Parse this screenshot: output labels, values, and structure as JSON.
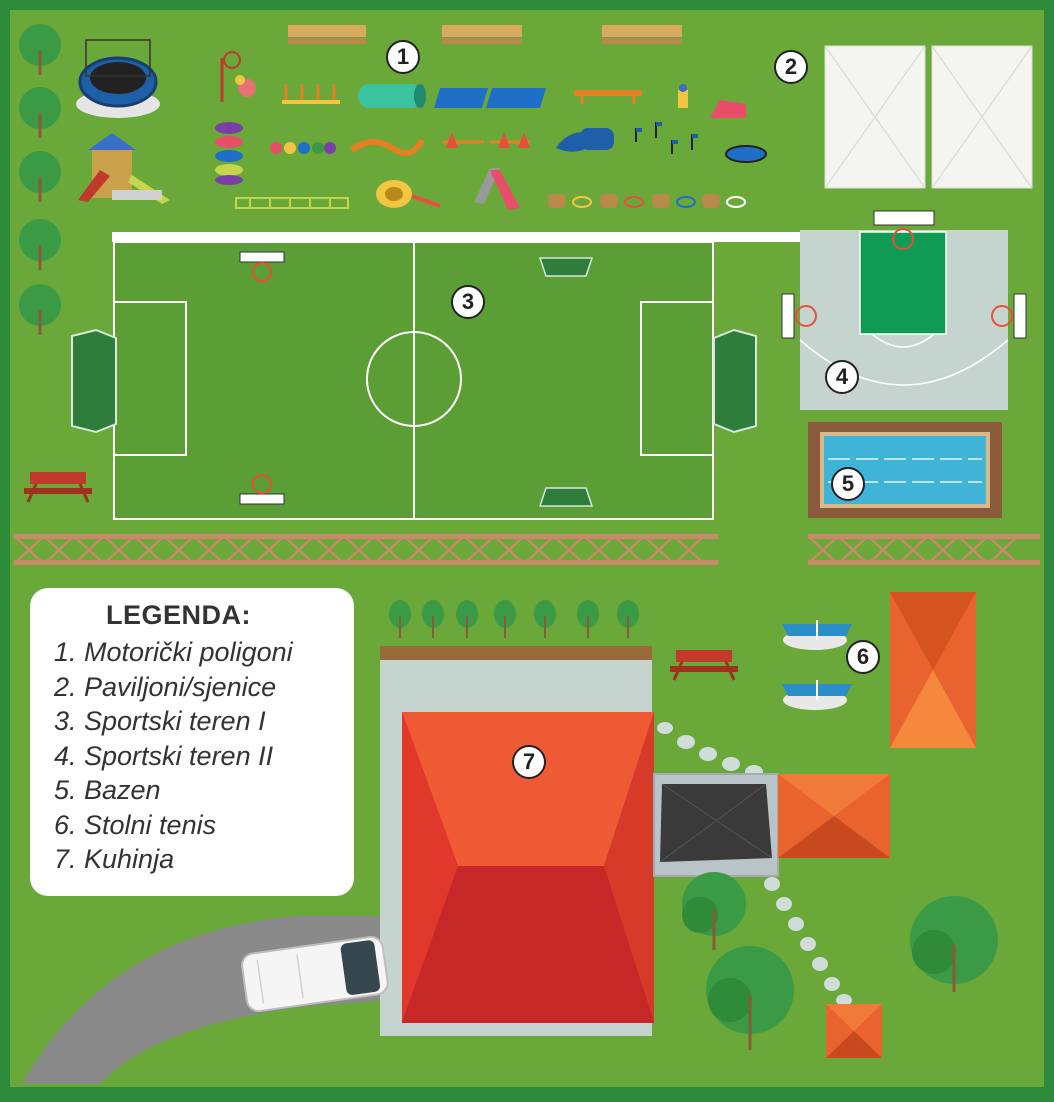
{
  "map": {
    "colors": {
      "frame": "#2d8a3a",
      "grass": "#6aa83a",
      "field": "#5a9e35",
      "court": "#c5d4cf",
      "court_key": "#0f9b54",
      "pool_water": "#3fb4d6",
      "pool_deck": "#8a5a3a",
      "roof_red": "#e8432b",
      "roof_orange": "#f07a3a",
      "fence": "#c98a6a",
      "path": "#8a8a8a"
    },
    "markers": [
      {
        "id": "1",
        "label": "1"
      },
      {
        "id": "2",
        "label": "2"
      },
      {
        "id": "3",
        "label": "3"
      },
      {
        "id": "4",
        "label": "4"
      },
      {
        "id": "5",
        "label": "5"
      },
      {
        "id": "6",
        "label": "6"
      },
      {
        "id": "7",
        "label": "7"
      }
    ]
  },
  "legend": {
    "title": "LEGENDA:",
    "items": [
      "1. Motorički poligoni",
      "2. Paviljoni/sjenice",
      "3. Sportski teren I",
      "4. Sportski teren II",
      "5. Bazen",
      "6. Stolni tenis",
      "7. Kuhinja"
    ]
  }
}
